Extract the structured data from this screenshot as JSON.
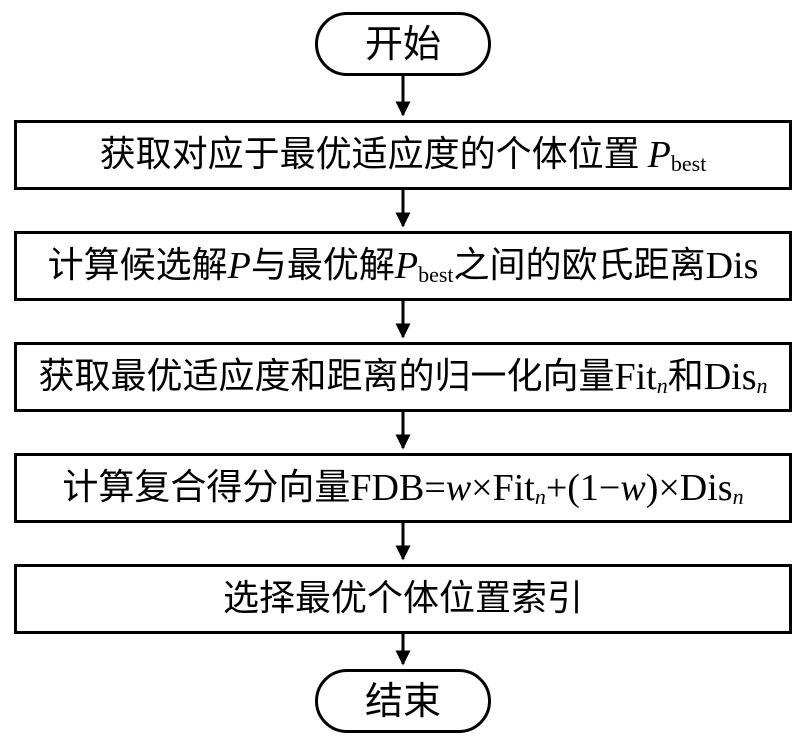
{
  "flowchart": {
    "start": "开始",
    "end": "结束",
    "step1": {
      "text": "获取对应于最优适应度的个体位置",
      "var": "P",
      "sub": "best"
    },
    "step2": {
      "text_a": "计算候选解",
      "var_a": "P",
      "text_b": "与最优解",
      "var_b": "P",
      "sub_b": "best",
      "text_c": "之间的欧氏距离",
      "latin": "Dis"
    },
    "step3": {
      "text_a": "获取最优适应度和距离的归一化向量",
      "latin_a": "Fit",
      "sub_a": "n",
      "text_b": "和",
      "latin_b": "Dis",
      "sub_b": "n"
    },
    "step4": {
      "text_a": "计算复合得分向量",
      "f1": "FDB=",
      "w1": "w",
      "f2": "×Fit",
      "sub1": "n",
      "f3": "+(1−",
      "w2": "w",
      "f4": ")×Dis",
      "sub2": "n"
    },
    "step5": {
      "text": "选择最优个体位置索引"
    }
  },
  "colors": {
    "stroke": "#000000",
    "fill": "#ffffff"
  }
}
